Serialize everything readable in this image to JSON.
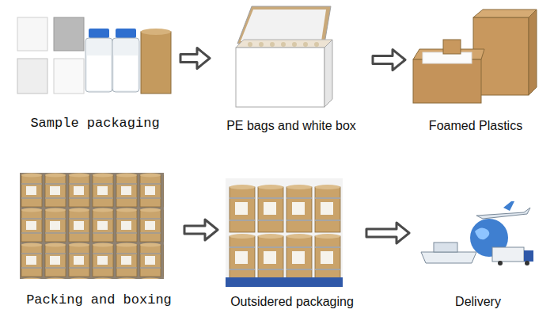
{
  "diagram": {
    "nodes": [
      {
        "text": [
          "Sample packaging"
        ]
      },
      {
        "text": [
          "PE bags and white box"
        ]
      },
      {
        "text": [
          "Foamed Plastics"
        ]
      },
      {
        "text": [
          "Packing and boxing"
        ]
      },
      {
        "text": [
          "Outsidered packaging"
        ]
      },
      {
        "text": [
          "Delivery"
        ]
      }
    ],
    "edges": [
      {
        "from": 0,
        "to": 1,
        "arrow": "to"
      },
      {
        "from": 1,
        "to": 2,
        "arrow": "to"
      },
      {
        "from": 3,
        "to": 4,
        "arrow": "to"
      },
      {
        "from": 4,
        "to": 5,
        "arrow": "to"
      }
    ]
  }
}
